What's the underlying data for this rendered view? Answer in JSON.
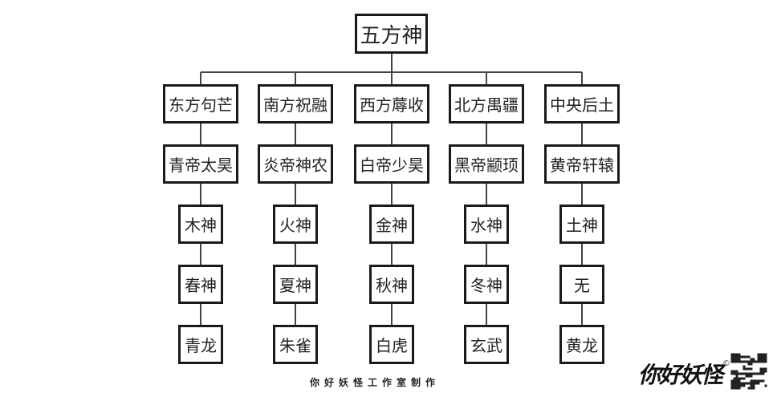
{
  "root": "五方神",
  "columns": [
    {
      "nodes": [
        "东方句芒",
        "青帝太昊",
        "木神",
        "春神",
        "青龙"
      ]
    },
    {
      "nodes": [
        "南方祝融",
        "炎帝神农",
        "火神",
        "夏神",
        "朱雀"
      ]
    },
    {
      "nodes": [
        "西方蓐收",
        "白帝少昊",
        "金神",
        "秋神",
        "白虎"
      ]
    },
    {
      "nodes": [
        "北方禺疆",
        "黑帝颛顼",
        "水神",
        "冬神",
        "玄武"
      ]
    },
    {
      "nodes": [
        "中央后土",
        "黄帝轩辕",
        "土神",
        "无",
        "黄龙"
      ]
    }
  ],
  "footer": "你好妖怪工作室制作",
  "logo": "你好妖怪",
  "copyright_mark": "©"
}
